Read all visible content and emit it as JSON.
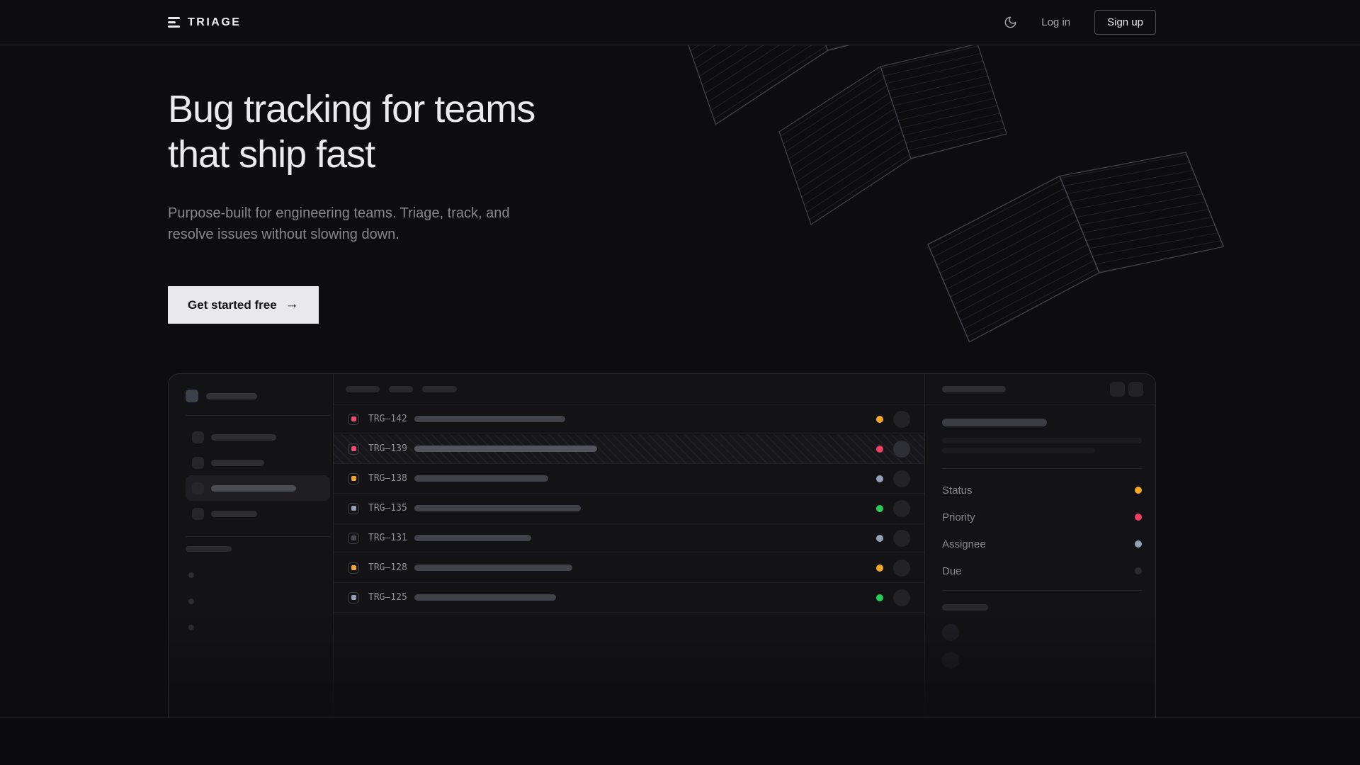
{
  "brand": {
    "name": "TRIAGE",
    "logo_icon": "three-bars-triage-glyph"
  },
  "nav": {
    "theme_toggle_icon": "moon-crescent",
    "login_label": "Log in",
    "signup_label": "Sign up"
  },
  "hero": {
    "title_line1": "Bug tracking for teams",
    "title_line2": "that ship fast",
    "subtitle_line1": "Purpose-built for engineering teams. Triage, track, and",
    "subtitle_line2": "resolve issues without slowing down.",
    "cta_label": "Get started free",
    "cta_arrow": "→"
  },
  "colors": {
    "amber": "#f6a725",
    "rose": "#ef3f67",
    "slate": "#93a0b5",
    "green": "#27cd58",
    "muted_gray": "#4a4a50",
    "due_dark": "#2a2a2f",
    "cta_bg": "#e9e9eb",
    "page_bg": "#0d0d0f"
  },
  "mockup": {
    "issues": [
      {
        "id": "TRG–142",
        "icon_color": "#ee4b72",
        "dot_color": "#f6a725",
        "title_width": 213,
        "selected": false
      },
      {
        "id": "TRG–139",
        "icon_color": "#ee4b72",
        "dot_color": "#ef3f67",
        "title_width": 258,
        "selected": true
      },
      {
        "id": "TRG–138",
        "icon_color": "#f0a43c",
        "dot_color": "#93a0b5",
        "title_width": 189,
        "selected": false
      },
      {
        "id": "TRG–135",
        "icon_color": "#93a0b5",
        "dot_color": "#27cd58",
        "title_width": 235,
        "selected": false
      },
      {
        "id": "TRG–131",
        "icon_color": "#4a4a50",
        "dot_color": "#93a0b5",
        "title_width": 165,
        "selected": false
      },
      {
        "id": "TRG–128",
        "icon_color": "#f0a43c",
        "dot_color": "#f6a725",
        "title_width": 223,
        "selected": false
      },
      {
        "id": "TRG–125",
        "icon_color": "#93a0b5",
        "dot_color": "#27cd58",
        "title_width": 200,
        "selected": false
      }
    ],
    "detail_fields": [
      {
        "label": "Status",
        "dot_color": "#f6a725"
      },
      {
        "label": "Priority",
        "dot_color": "#ef3f67"
      },
      {
        "label": "Assignee",
        "dot_color": "#93a0b5"
      },
      {
        "label": "Due",
        "dot_color": "#2a2a2f"
      }
    ]
  }
}
